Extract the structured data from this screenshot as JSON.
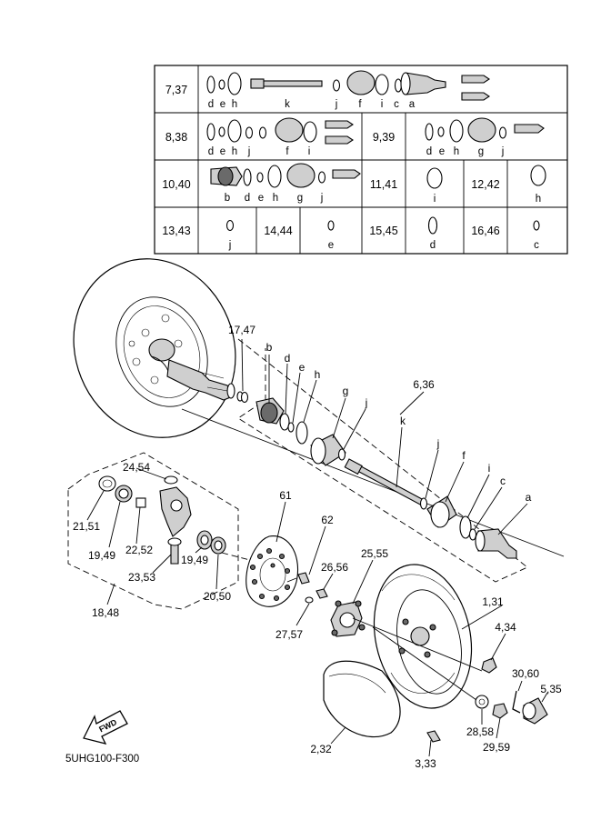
{
  "table": {
    "rows": [
      {
        "key": "7,37",
        "letters": [
          "d",
          "e",
          "h",
          "k",
          "j",
          "f",
          "i",
          "c",
          "a"
        ]
      },
      {
        "key": "8,38",
        "letters": [
          "d",
          "e",
          "h",
          "j",
          "f",
          "i"
        ]
      },
      {
        "key": "9,39",
        "letters": [
          "d",
          "e",
          "h",
          "g",
          "j"
        ]
      },
      {
        "key": "10,40",
        "letters": [
          "b",
          "d",
          "e",
          "h",
          "g",
          "j"
        ]
      },
      {
        "key": "11,41",
        "letters": [
          "i"
        ]
      },
      {
        "key": "12,42",
        "letters": [
          "h"
        ]
      },
      {
        "key": "13,43",
        "letters": [
          "j"
        ]
      },
      {
        "key": "14,44",
        "letters": [
          "e"
        ]
      },
      {
        "key": "15,45",
        "letters": [
          "d"
        ]
      },
      {
        "key": "16,46",
        "letters": [
          "c"
        ]
      }
    ]
  },
  "shaft_group": {
    "assembly": "6,36",
    "boot_nut": "17,47",
    "letters": [
      "b",
      "d",
      "e",
      "h",
      "g",
      "j",
      "k",
      "j",
      "f",
      "i",
      "c",
      "a"
    ]
  },
  "knuckle_group": {
    "assembly": "18,48",
    "parts": [
      "24,54",
      "21,51",
      "19,49",
      "22,52",
      "23,53",
      "19,49",
      "20,50"
    ]
  },
  "parts": [
    "61",
    "62",
    "26,56",
    "25,55",
    "27,57",
    "1,31",
    "4,34",
    "30,60",
    "5,35",
    "2,32",
    "28,58",
    "29,59",
    "3,33"
  ],
  "fwd_label": "FWD",
  "diagram_code": "5UHG100-F300"
}
